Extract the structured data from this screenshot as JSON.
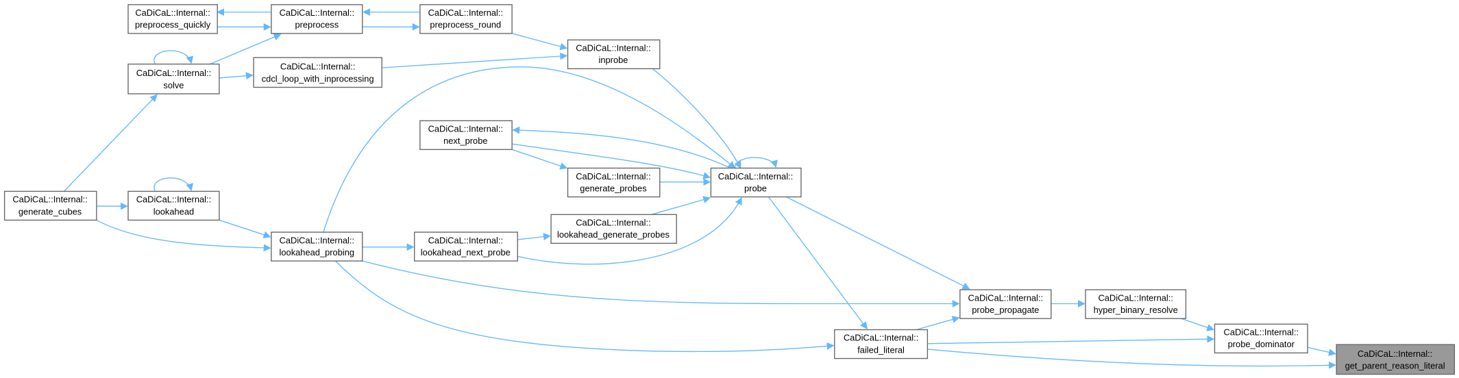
{
  "title": "Caller graph of CaDiCaL::Internal::get_parent_reason_literal",
  "colors": {
    "edge": "#63b8ff",
    "node_border": "#666666",
    "target_fill": "#999999"
  },
  "nodes": {
    "preprocess_quickly": {
      "ns": "CaDiCaL::Internal::",
      "name": "preprocess_quickly"
    },
    "preprocess": {
      "ns": "CaDiCaL::Internal::",
      "name": "preprocess"
    },
    "preprocess_round": {
      "ns": "CaDiCaL::Internal::",
      "name": "preprocess_round"
    },
    "inprobe": {
      "ns": "CaDiCaL::Internal::",
      "name": "inprobe"
    },
    "solve": {
      "ns": "CaDiCaL::Internal::",
      "name": "solve"
    },
    "cdcl_loop_with_inprocessing": {
      "ns": "CaDiCaL::Internal::",
      "name": "cdcl_loop_with_inprocessing"
    },
    "next_probe": {
      "ns": "CaDiCaL::Internal::",
      "name": "next_probe"
    },
    "generate_probes": {
      "ns": "CaDiCaL::Internal::",
      "name": "generate_probes"
    },
    "probe": {
      "ns": "CaDiCaL::Internal::",
      "name": "probe"
    },
    "generate_cubes": {
      "ns": "CaDiCaL::Internal::",
      "name": "generate_cubes"
    },
    "lookahead": {
      "ns": "CaDiCaL::Internal::",
      "name": "lookahead"
    },
    "lookahead_generate_probes": {
      "ns": "CaDiCaL::Internal::",
      "name": "lookahead_generate_probes"
    },
    "lookahead_probing": {
      "ns": "CaDiCaL::Internal::",
      "name": "lookahead_probing"
    },
    "lookahead_next_probe": {
      "ns": "CaDiCaL::Internal::",
      "name": "lookahead_next_probe"
    },
    "probe_propagate": {
      "ns": "CaDiCaL::Internal::",
      "name": "probe_propagate"
    },
    "hyper_binary_resolve": {
      "ns": "CaDiCaL::Internal::",
      "name": "hyper_binary_resolve"
    },
    "probe_dominator": {
      "ns": "CaDiCaL::Internal::",
      "name": "probe_dominator"
    },
    "failed_literal": {
      "ns": "CaDiCaL::Internal::",
      "name": "failed_literal"
    },
    "get_parent_reason_literal": {
      "ns": "CaDiCaL::Internal::",
      "name": "get_parent_reason_literal"
    }
  }
}
